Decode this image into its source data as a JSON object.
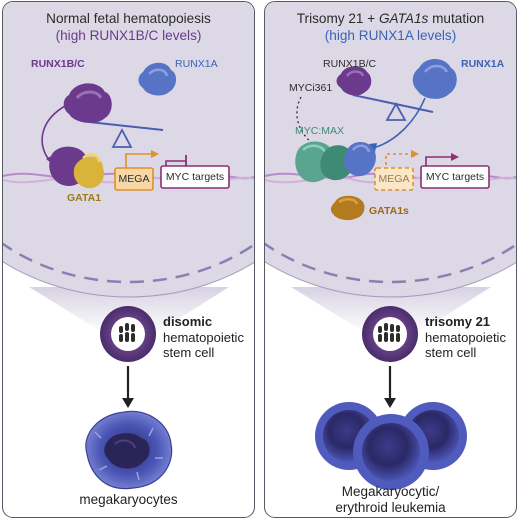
{
  "left": {
    "title": "Normal fetal hematopoiesis",
    "subtitle": "(high RUNX1B/C levels)",
    "runx1bc": "RUNX1B/C",
    "runx1a": "RUNX1A",
    "gata1": "GATA1",
    "mega": "MEGA",
    "myc_targets": "MYC targets",
    "cell_bold": "disomic",
    "cell_line2": "hematopoietic",
    "cell_line3": "stem cell",
    "outcome": "megakaryocytes"
  },
  "right": {
    "title_part1": "Trisomy 21 + ",
    "title_italic": "GATA1s",
    "title_part2": " mutation",
    "subtitle": "(high RUNX1A levels)",
    "runx1bc": "RUNX1B/C",
    "runx1a": "RUNX1A",
    "myci361": "MYCi361",
    "mycmax": "MYC:MAX",
    "mega": "MEGA",
    "myc_targets": "MYC targets",
    "gata1s": "GATA1s",
    "cell_bold": "trisomy 21",
    "cell_line2": "hematopoietic",
    "cell_line3": "stem cell",
    "outcome_line1": "Megakaryocytic/",
    "outcome_line2": "erythroid leukemia"
  },
  "colors": {
    "purple": "#6b3a8c",
    "blue": "#3a63b5",
    "gata_yellow": "#d8b53a",
    "mega_orange": "#e0902a",
    "myc_magenta": "#8c2f73",
    "mycmax_teal": "#5aa58f",
    "nucleus_bg": "#dcd8e6"
  }
}
